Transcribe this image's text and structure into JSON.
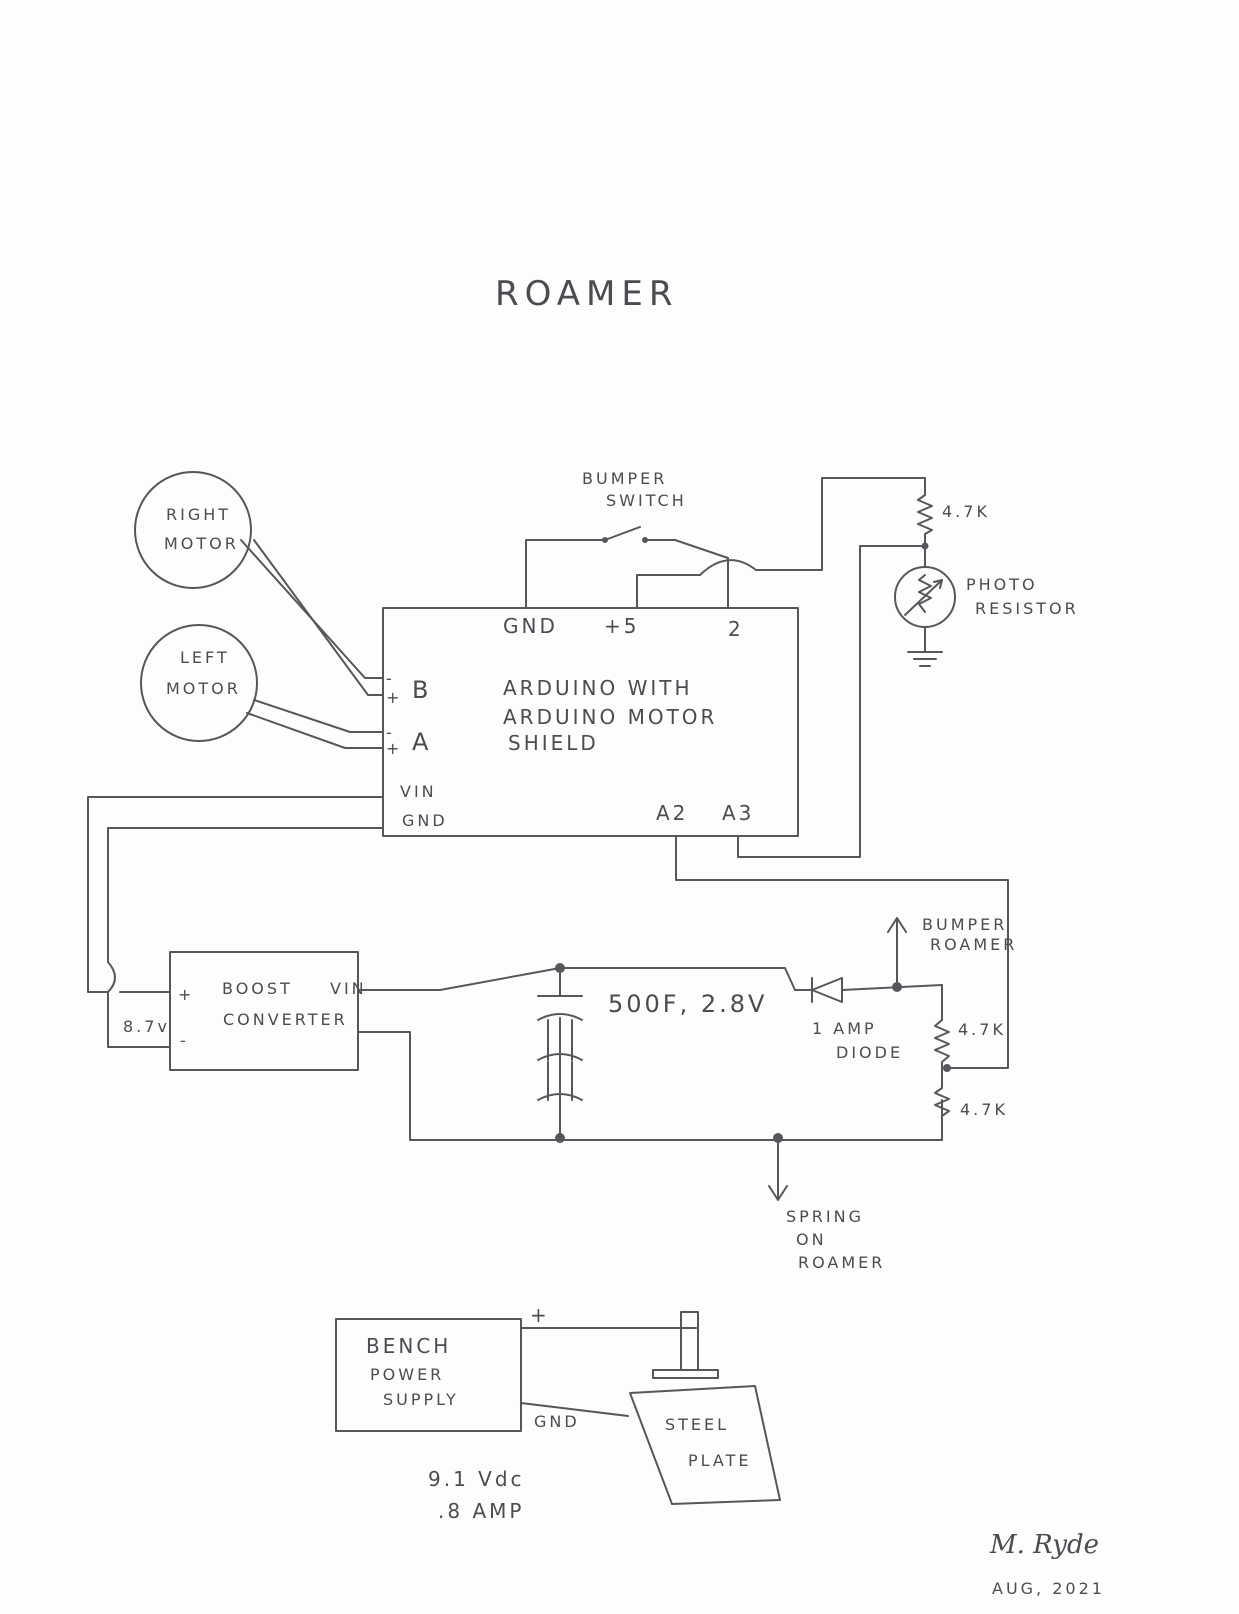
{
  "title": "ROAMER",
  "motors": {
    "right": [
      "RIGHT",
      "MOTOR"
    ],
    "left": [
      "LEFT",
      "MOTOR"
    ]
  },
  "bumper_switch": [
    "BUMPER",
    "SWITCH"
  ],
  "arduino": {
    "lines": [
      "ARDUINO  WITH",
      "ARDUINO  MOTOR",
      "SHIELD"
    ],
    "pins": {
      "gnd_top": "GND",
      "plus5": "+5",
      "pin2": "2",
      "b": "B",
      "a": "A",
      "vin": "VIN",
      "gnd_left": "GND",
      "a2": "A2",
      "a3": "A3"
    },
    "polarity": {
      "b_minus": "-",
      "b_plus": "+",
      "a_minus": "-",
      "a_plus": "+"
    }
  },
  "resistor_top": "4.7K",
  "photo_resistor": [
    "PHOTO",
    "RESISTOR"
  ],
  "boost": {
    "lines": [
      "BOOST",
      "CONVERTER"
    ],
    "plus": "+",
    "minus": "-",
    "vin": "VIN",
    "voltage": "8.7v"
  },
  "capacitor": "500F, 2.8V",
  "diode": [
    "1 AMP",
    "DIODE"
  ],
  "bumper_roamer": [
    "BUMPER",
    "ROAMER"
  ],
  "resistor_mid": "4.7K",
  "resistor_low": "4.7K",
  "spring": [
    "SPRING",
    "ON",
    "ROAMER"
  ],
  "bench": {
    "lines": [
      "BENCH",
      "POWER",
      "SUPPLY"
    ],
    "plus": "+",
    "gnd": "GND"
  },
  "steel_plate": [
    "STEEL",
    "PLATE"
  ],
  "supply_rating": [
    "9.1 Vdc",
    ".8 AMP"
  ],
  "signature": {
    "name": "M. Ryde",
    "date": "AUG, 2021"
  }
}
